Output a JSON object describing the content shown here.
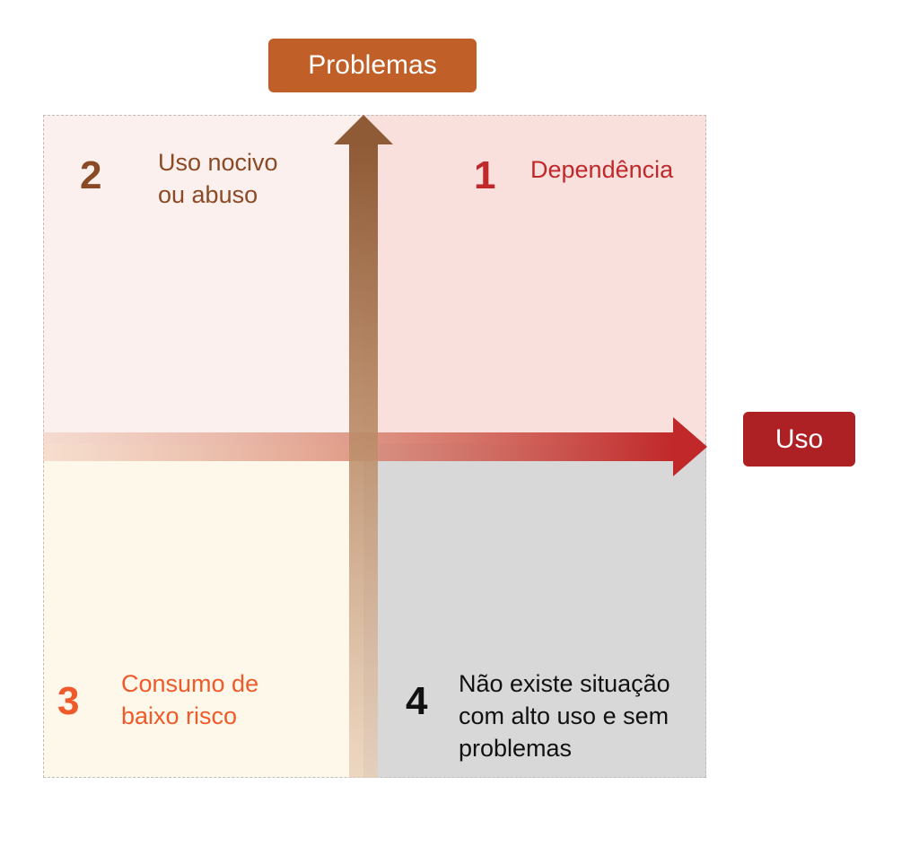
{
  "axes": {
    "vertical_label": "Problemas",
    "horizontal_label": "Uso"
  },
  "quadrants": [
    {
      "number": "1",
      "text_lines": [
        "Dependência"
      ],
      "color": "#c0282a"
    },
    {
      "number": "2",
      "text_lines": [
        "Uso nocivo",
        "ou abuso"
      ],
      "color": "#8a4a25"
    },
    {
      "number": "3",
      "text_lines": [
        "Consumo de",
        "baixo risco"
      ],
      "color": "#ef5a2a"
    },
    {
      "number": "4",
      "text_lines": [
        "Não existe situação",
        "com alto uso e sem",
        "problemas"
      ],
      "color": "#111111"
    }
  ],
  "colors": {
    "problemas_box": "#c05f28",
    "uso_box": "#ad2124",
    "vertical_arrow": "#9a6a45",
    "horizontal_arrow": "#c0282a"
  }
}
